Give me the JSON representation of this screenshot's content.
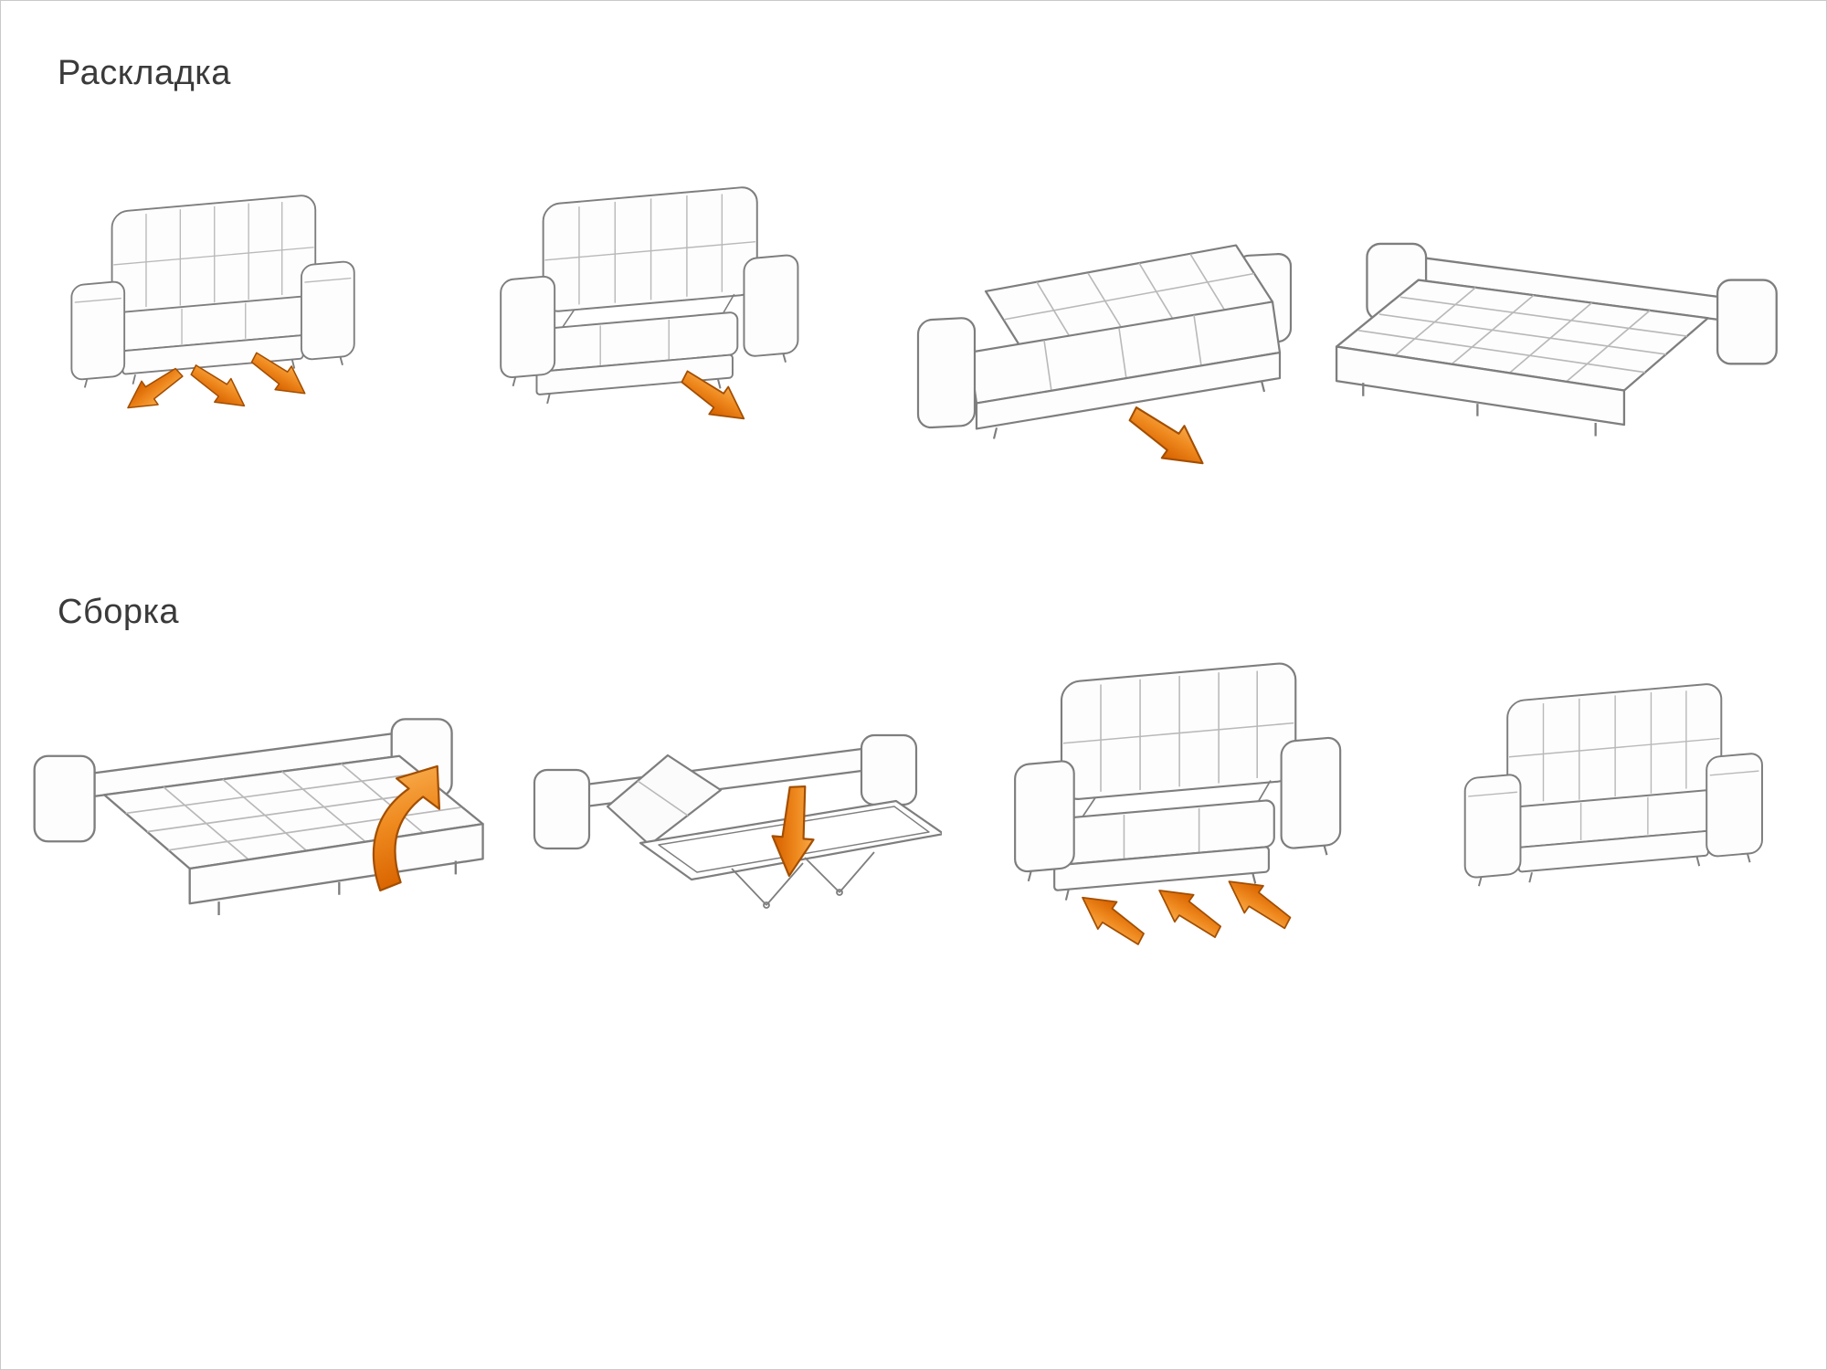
{
  "page": {
    "background": "#ffffff",
    "border_color": "#c9c9c9"
  },
  "colors": {
    "arrow_gradient_top": "#f9b357",
    "arrow_gradient_bottom": "#d96400",
    "arrow_outline": "#a34e00",
    "outline": "#7e7e7e",
    "seam": "#b9b9b9",
    "title_text": "#3a3a3a"
  },
  "sections": [
    {
      "id": "unfold",
      "title": "Раскладка",
      "steps": [
        {
          "name": "unfold-step-1",
          "illustration": "sofa-closed",
          "arrows": [
            "pull-forward",
            "pull-forward",
            "pull-forward"
          ]
        },
        {
          "name": "unfold-step-2",
          "illustration": "sofa-seat-pulled-out",
          "arrows": [
            "pull-forward"
          ]
        },
        {
          "name": "unfold-step-3",
          "illustration": "sofa-backrest-folded-down",
          "arrows": [
            "pull-forward"
          ]
        },
        {
          "name": "unfold-step-4",
          "illustration": "bed-fully-unfolded",
          "arrows": []
        }
      ]
    },
    {
      "id": "fold",
      "title": "Сборка",
      "steps": [
        {
          "name": "fold-step-1",
          "illustration": "bed-fully-unfolded",
          "arrows": [
            "lift-up-curved"
          ]
        },
        {
          "name": "fold-step-2",
          "illustration": "frame-folding-down",
          "arrows": [
            "push-down"
          ]
        },
        {
          "name": "fold-step-3",
          "illustration": "sofa-seat-pulled-out",
          "arrows": [
            "push-in",
            "push-in",
            "push-in"
          ]
        },
        {
          "name": "fold-step-4",
          "illustration": "sofa-closed",
          "arrows": []
        }
      ]
    }
  ]
}
